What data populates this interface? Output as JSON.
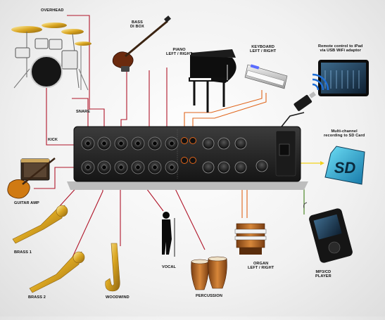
{
  "labels": {
    "overhead": "OVERHEAD",
    "bass": [
      "BASS",
      "DI BOX"
    ],
    "piano": [
      "PIANO",
      "LEFT / RIGHT"
    ],
    "keyboard": [
      "KEYBOARD",
      "LEFT / RIGHT"
    ],
    "ipad": [
      "Remote control to iPad",
      "via USB WiFi adaptor"
    ],
    "snare": "SNARE",
    "kick": "KICK",
    "sd": [
      "Multi-channel",
      "recording to SD Card"
    ],
    "guitar_amp": "GUITAR AMP",
    "brass1": "BRASS 1",
    "brass2": "BRASS 2",
    "woodwind": "WOODWIND",
    "vocal": "VOCAL",
    "percussion": "PERCUSSION",
    "organ": [
      "ORGAN",
      "LEFT / RIGHT"
    ],
    "mp3": [
      "MP3/CD",
      "PLAYER"
    ]
  },
  "device": {
    "sd_card_text": "SD"
  },
  "colors": {
    "mic_cable": "#b0162a",
    "line_cable": "#e0651b",
    "usb_cable": "#1c1c1c",
    "sd_link": "#f2d21b",
    "aux_cable": "#4f8a2b",
    "mixer_body": "#2a2a2a",
    "sd_card": "#2bb5d6"
  }
}
